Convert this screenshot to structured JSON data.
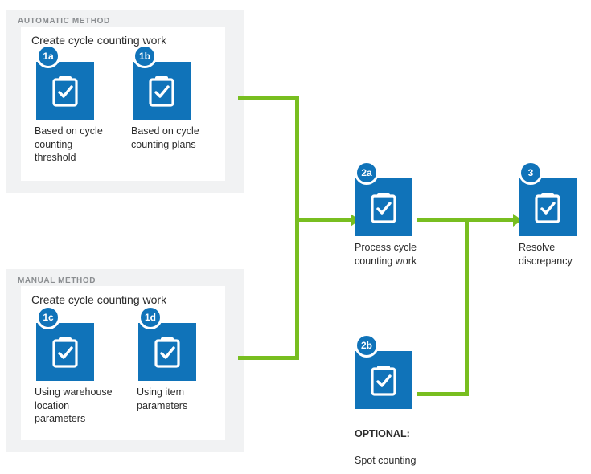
{
  "diagram": {
    "accent_blue": "#1073b9",
    "accent_green": "#78be20",
    "panel_grey": "#f1f2f3",
    "icon_name": "clipboard-check-icon"
  },
  "groups": [
    {
      "id": "automatic",
      "title": "AUTOMATIC METHOD",
      "card_title": "Create cycle counting work",
      "nodes": [
        {
          "badge": "1a",
          "caption": "Based on cycle\ncounting\nthreshold"
        },
        {
          "badge": "1b",
          "caption": "Based on cycle\ncounting plans"
        }
      ]
    },
    {
      "id": "manual",
      "title": "MANUAL METHOD",
      "card_title": "Create cycle counting work",
      "nodes": [
        {
          "badge": "1c",
          "caption": "Using warehouse\nlocation\nparameters"
        },
        {
          "badge": "1d",
          "caption": "Using item\nparameters"
        }
      ]
    }
  ],
  "flow_nodes": [
    {
      "id": "process",
      "badge": "2a",
      "caption": "Process cycle\ncounting work"
    },
    {
      "id": "spot",
      "badge": "2b",
      "caption_strong": "OPTIONAL:",
      "caption": "Spot counting"
    },
    {
      "id": "resolve",
      "badge": "3",
      "caption": "Resolve\ndiscrepancy"
    }
  ]
}
